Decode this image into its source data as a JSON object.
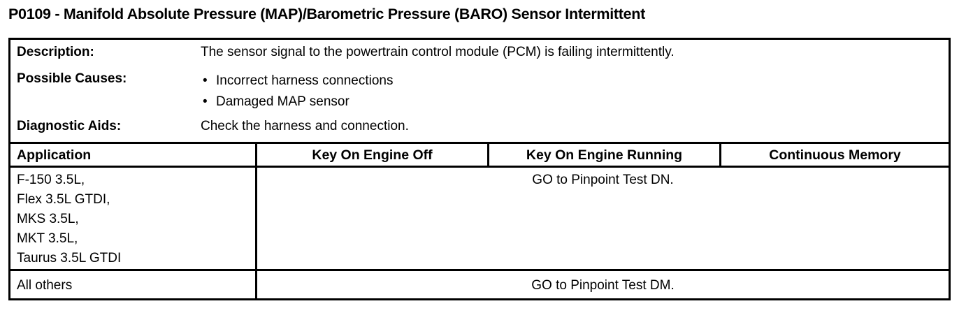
{
  "title": "P0109 - Manifold Absolute Pressure (MAP)/Barometric Pressure (BARO) Sensor Intermittent",
  "info": {
    "description_label": "Description:",
    "description_value": "The sensor signal to the powertrain control module (PCM) is failing intermittently.",
    "causes_label": "Possible Causes:",
    "causes": [
      "Incorrect harness connections",
      "Damaged MAP sensor"
    ],
    "bullet_glyph": "•",
    "aids_label": "Diagnostic Aids:",
    "aids_value": "Check the harness and connection."
  },
  "table": {
    "headers": {
      "application": "Application",
      "key_on_engine_off": "Key On Engine Off",
      "key_on_engine_running": "Key On Engine Running",
      "continuous_memory": "Continuous Memory"
    },
    "rows": [
      {
        "applications": [
          "F-150 3.5L,",
          "Flex 3.5L GTDI,",
          "MKS 3.5L,",
          "MKT 3.5L,",
          "Taurus 3.5L GTDI"
        ],
        "action": "GO to Pinpoint Test DN."
      },
      {
        "application": "All others",
        "action": "GO to Pinpoint Test DM."
      }
    ]
  },
  "colors": {
    "ink": "#000000",
    "paper": "#ffffff"
  }
}
